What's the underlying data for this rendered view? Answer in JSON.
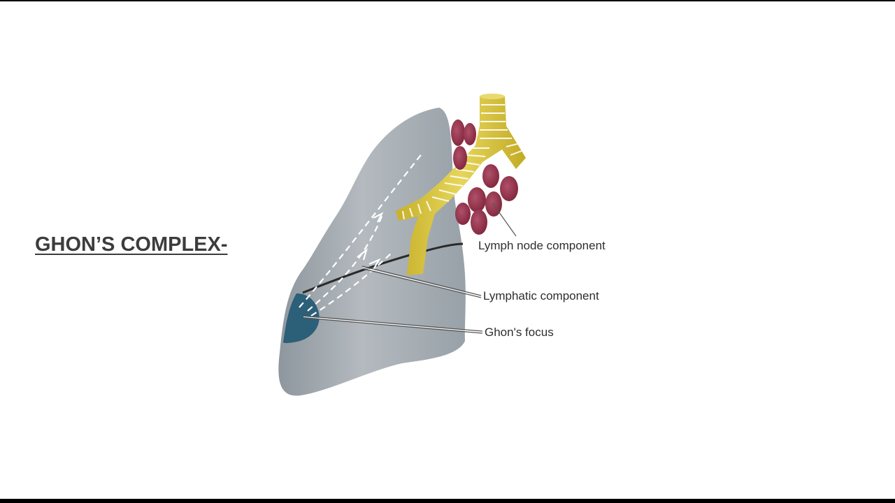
{
  "slide": {
    "title": "GHON’S COMPLEX-"
  },
  "diagram": {
    "labels": {
      "lymph_node": "Lymph node component",
      "lymphatic": "Lymphatic component",
      "ghon_focus": "Ghon's focus"
    },
    "colors": {
      "lung": "#a9b0b6",
      "ghon_focus": "#2c5f78",
      "bronchus": "#d6c13a",
      "lymph_nodes": "#8f2f47",
      "lymphatic_line": "#2a2a2a",
      "background": "#ffffff"
    }
  }
}
